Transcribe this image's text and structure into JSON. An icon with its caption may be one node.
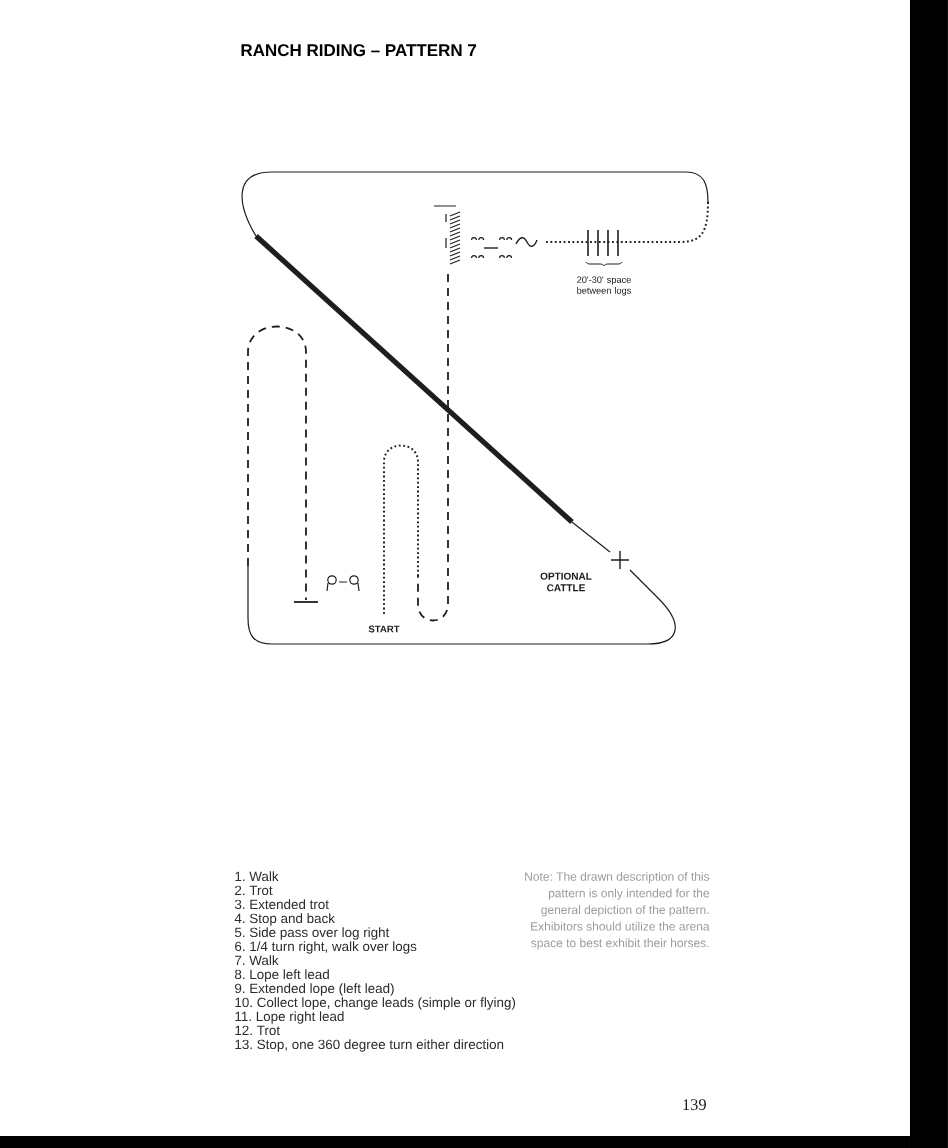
{
  "diagram": {
    "title": "RANCH RIDING – PATTERN 7",
    "labels": [
      "20'-30' space between logs",
      "OPTIONAL CATTLE",
      "START",
      "1. Walk",
      "2. Trot",
      "3. Extended trot",
      "4. Stop and back",
      "5. Side pass over log right",
      "6. 1/4 turn right, walk over logs",
      "7. Walk",
      "8. Lope left lead",
      "9. Extended lope (left lead)",
      "10. Collect lope, change leads (simple or flying)",
      "11. Lope right lead",
      "12. Trot",
      "13. Stop, one 360 degree turn either direction",
      "Note: The drawn description of this pattern is only intended for the general depiction of the pattern. Exhibitors should utilize the arena space to best exhibit their horses.",
      "139"
    ]
  }
}
